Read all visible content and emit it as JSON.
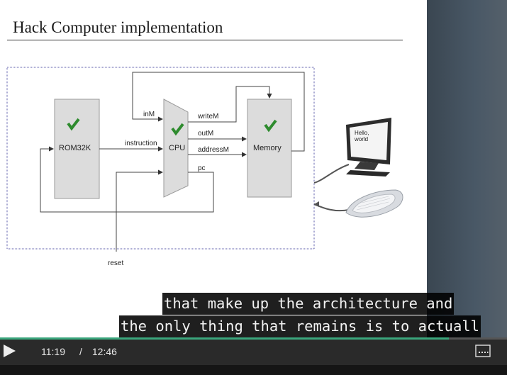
{
  "slide": {
    "title": "Hack Computer implementation",
    "blocks": {
      "rom": "ROM32K",
      "cpu": "CPU",
      "memory": "Memory"
    },
    "signals": {
      "inM": "inM",
      "writeM": "writeM",
      "outM": "outM",
      "addressM": "addressM",
      "instruction": "instruction",
      "pc": "pc",
      "reset": "reset"
    },
    "monitor_text": [
      "Hello,",
      "world"
    ]
  },
  "subtitles": [
    "that make up the architecture and",
    "the only thing that remains is to actuall"
  ],
  "player": {
    "current_time": "11:19",
    "separator": "/",
    "duration": "12:46",
    "progress": 0.886
  },
  "colors": {
    "progress": "#3aa67c",
    "check": "#2e8b2e"
  },
  "icons": {
    "play": "play-icon",
    "captions": "captions-icon",
    "check": "checkmark-icon"
  }
}
